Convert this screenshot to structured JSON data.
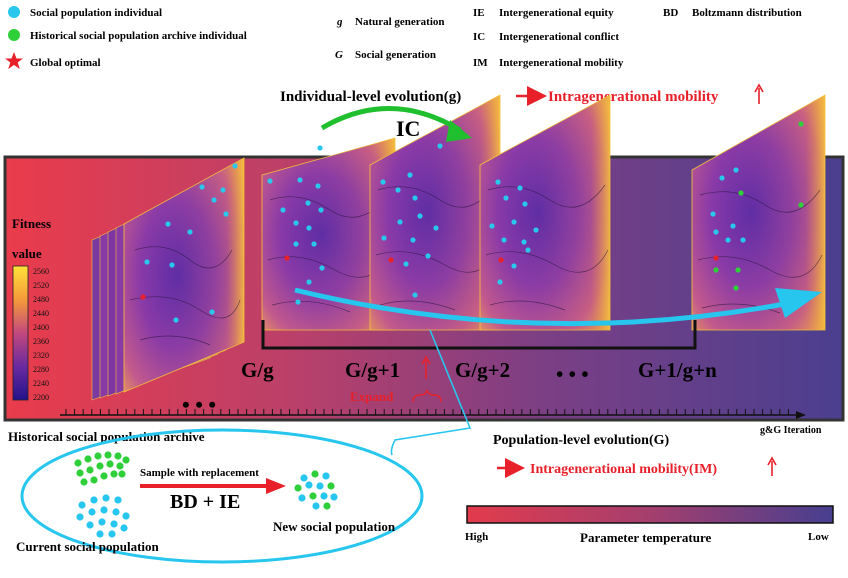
{
  "legend": {
    "social_individual": "Social population individual",
    "archive_individual": "Historical social population archive individual",
    "global_optimal": "Global optimal"
  },
  "abbreviations": [
    {
      "symbol": "g",
      "meaning": "Natural generation"
    },
    {
      "symbol": "G",
      "meaning": "Social generation"
    },
    {
      "symbol": "IE",
      "meaning": "Intergenerational equity"
    },
    {
      "symbol": "IC",
      "meaning": "Intergenerational conflict"
    },
    {
      "symbol": "IM",
      "meaning": "Intergenerational mobility"
    },
    {
      "symbol": "BD",
      "meaning": "Boltzmann distribution"
    }
  ],
  "top": {
    "individual_evolution": "Individual-level evolution(g)",
    "intra_mobility": "Intragenerational mobility",
    "ic_label": "IC"
  },
  "fitness": {
    "title": "Fitness",
    "subtitle": "value",
    "ticks": [
      "2560",
      "2520",
      "2480",
      "2440",
      "2400",
      "2360",
      "2320",
      "2280",
      "2240",
      "2200"
    ]
  },
  "generations": {
    "g0": "G/g",
    "g1": "G/g+1",
    "g2": "G/g+2",
    "dots": "• • •",
    "gn": "G+1/g+n",
    "expand": "Expand"
  },
  "axis": {
    "label": "g&G Iteration",
    "archive_dots": "• • •"
  },
  "bottom": {
    "archive_label": "Historical social population archive",
    "population_evolution": "Population-level evolution(G)",
    "intra_mobility_im": "Intragenerational mobility(IM)",
    "sample": "Sample with replacement",
    "bd_ie": "BD + IE",
    "new_population": "New social population",
    "current_population": "Current social population"
  },
  "temperature": {
    "high": "High",
    "title": "Parameter temperature",
    "low": "Low"
  },
  "colors": {
    "social": "#29c7ec",
    "archive": "#2fcf3a",
    "optimal": "#e8202a",
    "band_left": "#e8404e",
    "band_right": "#4a3f8e",
    "arrow_red": "#e8202a",
    "arrow_green": "#1fbf2e",
    "arrow_cyan": "#27c6ee"
  }
}
